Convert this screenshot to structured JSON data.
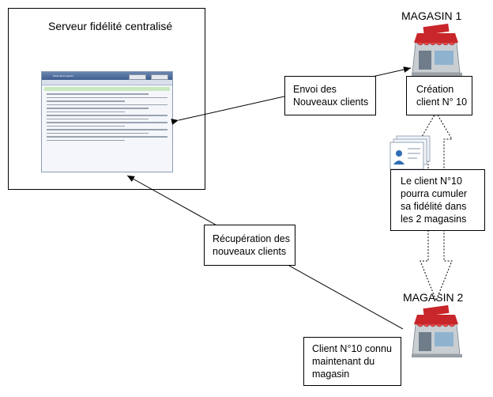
{
  "server": {
    "title": "Serveur fidélité centralisé",
    "software_title": "Paramètres logiciel"
  },
  "store1": {
    "title": "MAGASIN 1"
  },
  "store2": {
    "title": "MAGASIN 2"
  },
  "callouts": {
    "envoi": [
      "Envoi des",
      "Nouveaux clients"
    ],
    "creation": [
      "Création",
      "client N° 10"
    ],
    "cumul": [
      "Le client N°10",
      "pourra cumuler",
      "sa fidélité dans",
      "les 2 magasins"
    ],
    "recup": [
      "Récupération des",
      "nouveaux clients"
    ],
    "connu": [
      "Client N°10 connu",
      "maintenant du",
      "magasin"
    ]
  },
  "colors": {
    "shop_red": "#c8262a",
    "shop_gray": "#b9bec4",
    "arrow": "#000000"
  },
  "icons": [
    "shop-icon",
    "client-card-icon"
  ]
}
